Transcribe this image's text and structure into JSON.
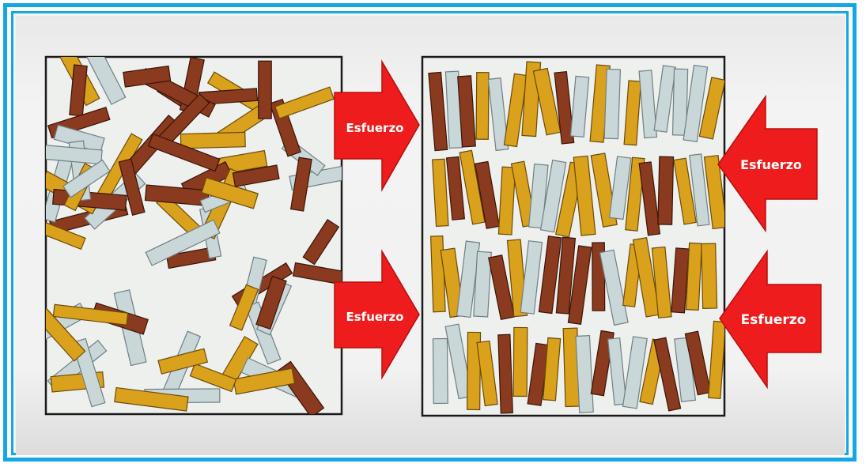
{
  "labels": {
    "arrow_left_top": "Esfuerzo",
    "arrow_left_bottom": "Esfuerzo",
    "arrow_right_top": "Esfuerzo",
    "arrow_right_bottom": "Esfuerzo"
  },
  "colors": {
    "frame_border": "#14a7e6",
    "arrow_fill": "#ee1c1c",
    "fiber_gold": "#d9a11c",
    "fiber_brown": "#8a3a1e",
    "fiber_grey": "#c9d7d9",
    "box_background": "#eef0ee"
  }
}
